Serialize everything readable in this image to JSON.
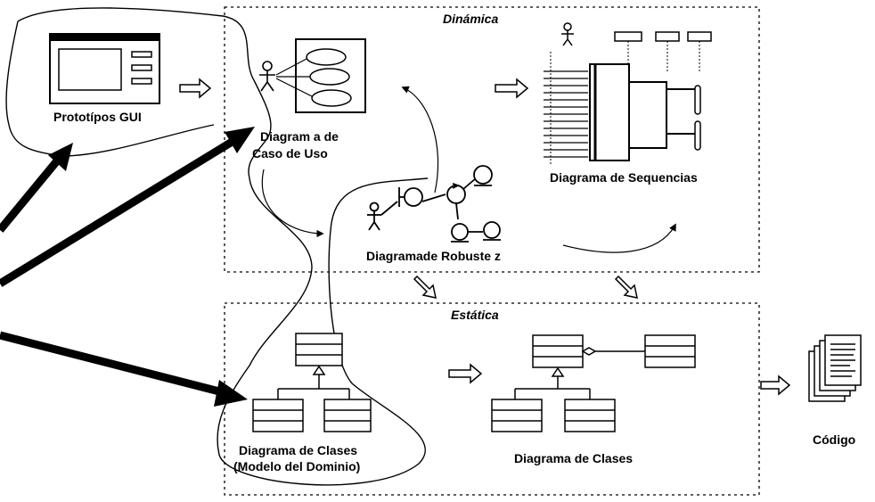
{
  "sections": {
    "dynamic": "Dinámica",
    "static": "Estática"
  },
  "labels": {
    "gui_prototypes": "Prototípos GUI",
    "use_case_line1": "Diagram a de",
    "use_case_line2": "Caso de Uso",
    "robustness": "Diagramade Robuste z",
    "sequence": "Diagrama de Sequencias",
    "domain_classes_line1": "Diagrama de Clases",
    "domain_classes_line2": "(Modelo del Dominio)",
    "classes": "Diagrama de Clases",
    "code": "Código"
  },
  "icons": [
    "gui-prototype-icon",
    "actor-icon",
    "use-case-ellipse-icon",
    "boundary-object-icon",
    "control-object-icon",
    "entity-object-icon",
    "class-box-icon",
    "document-stack-icon",
    "hollow-arrow-icon"
  ]
}
